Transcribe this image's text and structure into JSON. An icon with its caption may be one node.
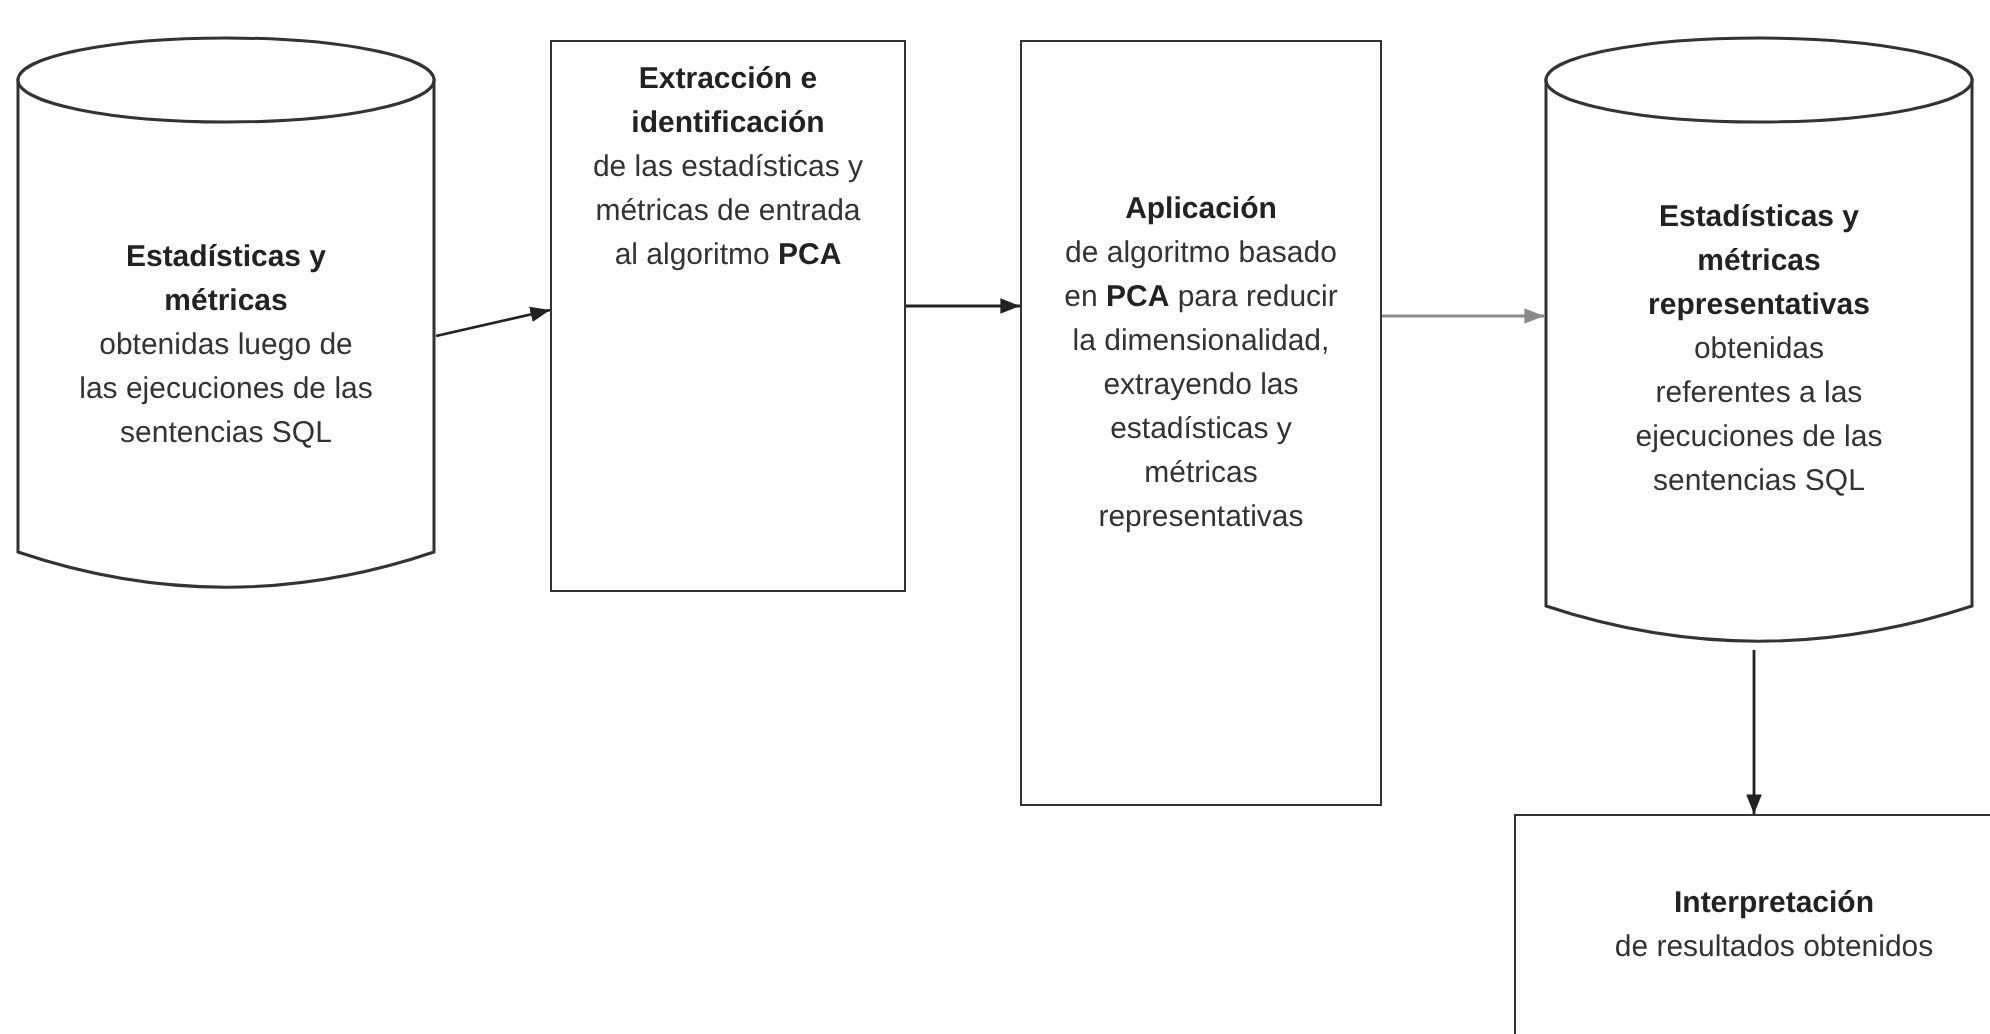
{
  "diagram": {
    "nodes": [
      {
        "text": [
          "Estadísticas y métricas",
          "obtenidas luego de las ejecuciones de las sentencias SQL"
        ]
      },
      {
        "text": [
          "Extracción e identificación",
          "de las estadísticas y métricas de entrada al algoritmo **PCA**"
        ]
      },
      {
        "text": [
          "Aplicación",
          "de algoritmo basado en **PCA** para reducir la dimensionalidad, extrayendo las estadísticas y métricas representativas"
        ]
      },
      {
        "text": [
          "Estadísticas y métricas representativas",
          "obtenidas referentes a las ejecuciones de las sentencias SQL"
        ]
      },
      {
        "text": [
          "Interpretación",
          "de resultados obtenidos"
        ]
      }
    ],
    "edges": [
      {
        "from": 0,
        "to": 1,
        "arrow": "to"
      },
      {
        "from": 1,
        "to": 2,
        "arrow": "to"
      },
      {
        "from": 2,
        "to": 3,
        "arrow": "to",
        "color": "#8a8a8a"
      },
      {
        "from": 3,
        "to": 4,
        "arrow": "to"
      }
    ]
  }
}
